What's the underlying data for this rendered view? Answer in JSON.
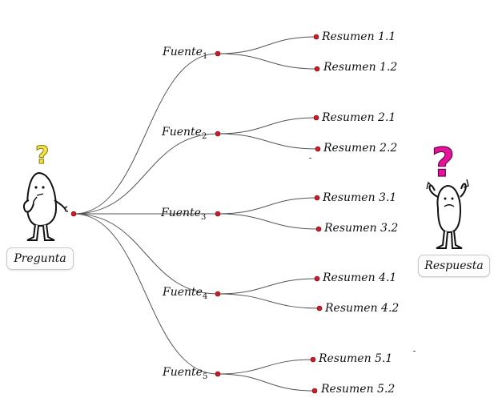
{
  "question": {
    "label": "Pregunta",
    "mark": "?",
    "mark_color": "#f2e24a",
    "figure_icon": "thinking-person-icon"
  },
  "answer": {
    "label": "Respuesta",
    "mark": "?",
    "mark_color": "#e3139a",
    "figure_icon": "confused-person-icon"
  },
  "sources": [
    {
      "label": "Fuente",
      "index": "1",
      "summaries": [
        "Resumen 1.1",
        "Resumen 1.2"
      ]
    },
    {
      "label": "Fuente",
      "index": "2",
      "summaries": [
        "Resumen 2.1",
        "Resumen 2.2"
      ]
    },
    {
      "label": "Fuente",
      "index": "3",
      "summaries": [
        "Resumen 3.1",
        "Resumen 3.2"
      ]
    },
    {
      "label": "Fuente",
      "index": "4",
      "summaries": [
        "Resumen 4.1",
        "Resumen 4.2"
      ]
    },
    {
      "label": "Fuente",
      "index": "5",
      "summaries": [
        "Resumen 5.1",
        "Resumen 5.2"
      ]
    }
  ],
  "colors": {
    "node": "#d01a2a",
    "edge": "#555555"
  }
}
